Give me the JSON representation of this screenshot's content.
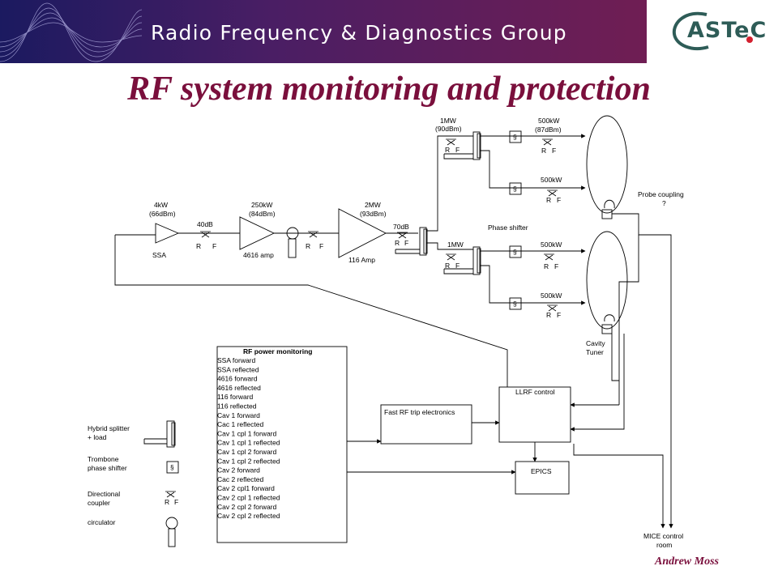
{
  "banner": {
    "title": "Radio Frequency & Diagnostics Group",
    "logo": "ASTeC"
  },
  "slide": {
    "title": "RF system monitoring and protection",
    "author": "Andrew Moss"
  },
  "chain": {
    "ssa": {
      "power": "4kW",
      "dbm": "(66dBm)",
      "name": "SSA"
    },
    "att1": "40dB",
    "amp4616": {
      "power": "250kW",
      "dbm": "(84dBm)",
      "name": "4616 amp"
    },
    "amp116": {
      "power": "2MW",
      "dbm": "(93dBm)",
      "name": "116 Amp"
    },
    "att2": "70dB",
    "branch_top": {
      "power": "1MW",
      "dbm": "(90dBm)"
    },
    "branch_bottom": {
      "power": "1MW"
    },
    "out1": {
      "power": "500kW",
      "dbm": "(87dBm)"
    },
    "out2": {
      "power": "500kW"
    },
    "out3": {
      "power": "500kW"
    },
    "out4": {
      "power": "500kW"
    },
    "phase_shifter_label": "Phase shifter",
    "probe_coupling": "Probe coupling",
    "probe_q": "?",
    "cavity_tuner": [
      "Cavity",
      "Tuner"
    ],
    "coupler_r": "R",
    "coupler_f": "F"
  },
  "monitoring": {
    "heading": "RF power monitoring",
    "items": [
      "SSA forward",
      "SSA reflected",
      "4616 forward",
      "4616 reflected",
      "116 forward",
      "116 reflected",
      "Cav 1 forward",
      "Cac 1 reflected",
      "Cav 1 cpl 1 forward",
      "Cav 1 cpl 1 reflected",
      "Cav 1 cpl 2 forward",
      "Cav 1 cpl 2 reflected",
      "Cav 2 forward",
      "Cac 2 reflected",
      "Cav 2 cpl1 forward",
      "Cav 2 cpl 1 reflected",
      "Cav 2 cpl 2 forward",
      "Cav 2 cpl 2 reflected"
    ]
  },
  "blocks": {
    "fast_trip": "Fast RF trip electronics",
    "llrf": "LLRF control",
    "epics": "EPICS",
    "mice": [
      "MICE control",
      "room"
    ]
  },
  "legend": {
    "hybrid": [
      "Hybrid splitter",
      "+ load"
    ],
    "trombone": [
      "Trombone",
      "phase shifter"
    ],
    "coupler": [
      "Directional",
      "coupler"
    ],
    "circulator": "circulator",
    "trombone_symbol": "§"
  }
}
